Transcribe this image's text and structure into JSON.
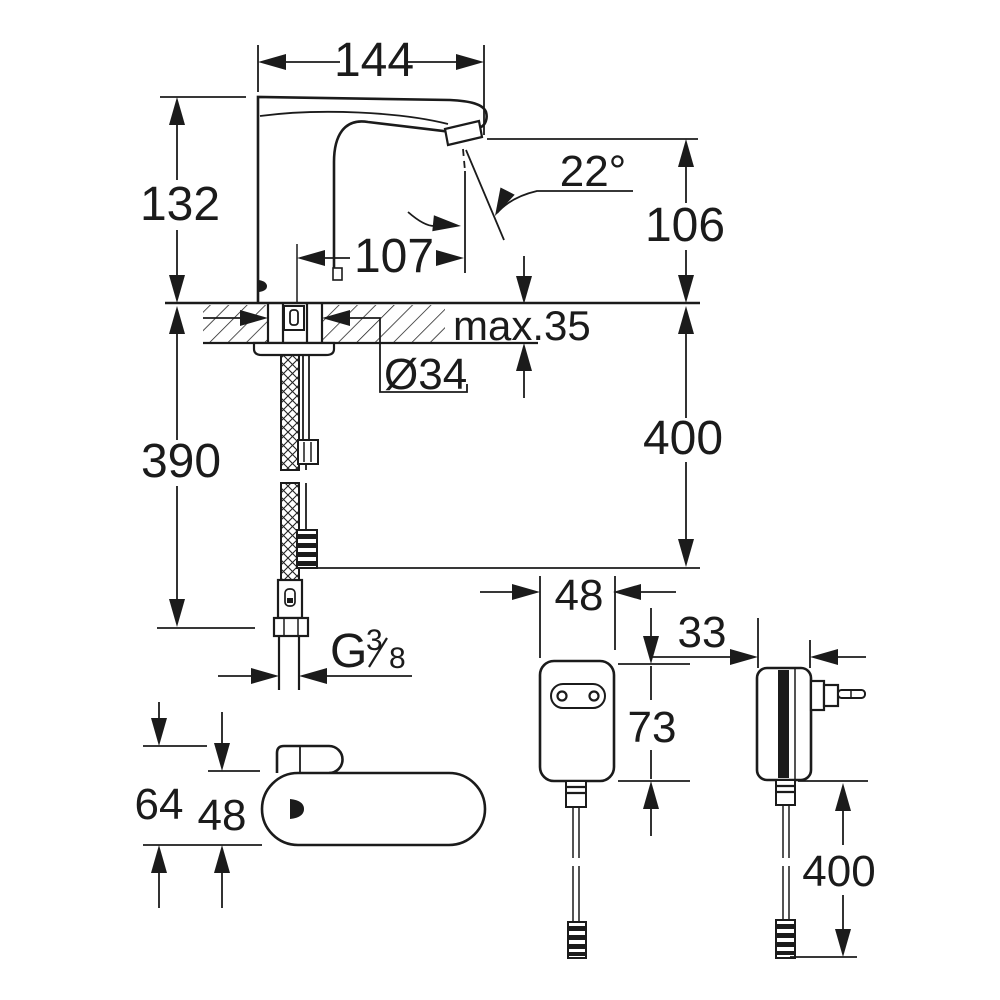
{
  "drawing": {
    "type": "technical-dimension-drawing",
    "subject": "sensor faucet with mounting hoses and plug-in power supply"
  },
  "dims": {
    "spout_width": "144",
    "body_height": "132",
    "spray_angle": "22°",
    "outlet_height": "106",
    "spout_reach": "107",
    "max_deck_thickness": "max.35",
    "hole_diameter": "Ø34",
    "hose_length": "390",
    "supply_drop": "400",
    "topview_depth": "64",
    "topview_width": "48",
    "psu_width": "48",
    "psu_height": "73",
    "psu_depth": "33",
    "psu_cable_length": "400"
  },
  "thread": {
    "prefix": "G",
    "numerator": "3",
    "denominator": "8"
  }
}
